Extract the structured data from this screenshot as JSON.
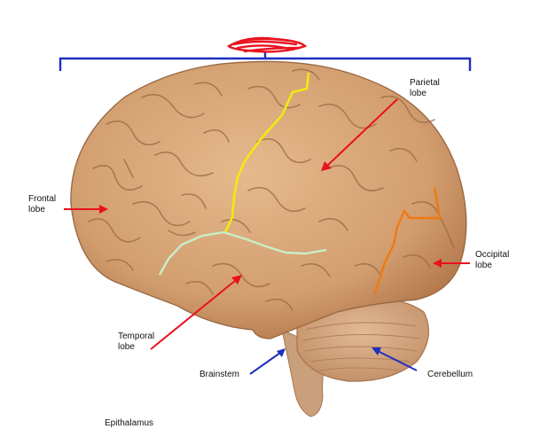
{
  "labels": {
    "frontal": "Frontal\nlobe",
    "parietal": "Parietal\nlobe",
    "occipital": "Occipital\nlobe",
    "temporal": "Temporal\nlobe",
    "brainstem": "Brainstem",
    "cerebellum": "Cerebellum",
    "bottom_text": "Epithalamus"
  },
  "colors": {
    "bracket": "#1f2fbf",
    "scribble": "#e8121e",
    "arrow_red": "#e8121e",
    "arrow_blue": "#1f2fbf",
    "central_sulcus": "#f2ea10",
    "lateral_fissure": "#c8efc8",
    "parieto_occipital": "#f07a10",
    "brain_base": "#d9a878",
    "brain_shade": "#b07850",
    "cerebellum": "#d8ad88"
  }
}
